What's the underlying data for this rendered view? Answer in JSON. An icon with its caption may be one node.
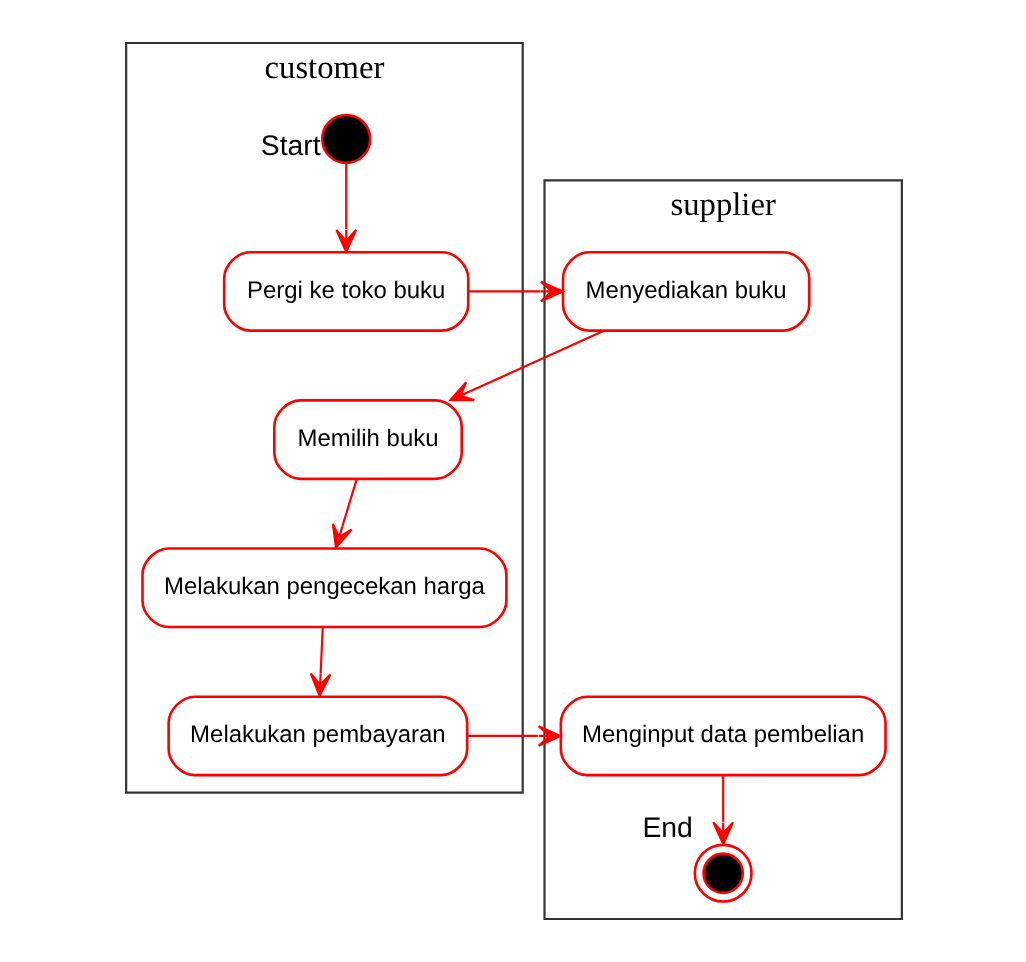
{
  "diagram": {
    "nodes": [
      {
        "text": [
          "customer"
        ]
      },
      {
        "text": [
          "supplier"
        ]
      },
      {
        "text": [],
        "shape": "circle",
        "in": 0,
        "beside": [
          "Start"
        ]
      },
      {
        "text": [
          "Pergi ke toko buku"
        ],
        "in": 0
      },
      {
        "text": [
          "Menyediakan buku"
        ],
        "in": 1
      },
      {
        "text": [
          "Memilih buku"
        ],
        "in": 0
      },
      {
        "text": [
          "Melakukan pengecekan harga"
        ],
        "in": 0
      },
      {
        "text": [
          "Melakukan pembayaran"
        ],
        "in": 0
      },
      {
        "text": [
          "Menginput data pembelian"
        ],
        "in": 1
      },
      {
        "text": [],
        "shape": "bullseye",
        "in": 1,
        "beside": [
          "End"
        ]
      }
    ],
    "edges": [
      {
        "from": 2,
        "to": 3,
        "arrow": "to"
      },
      {
        "from": 3,
        "to": 4,
        "arrow": "to"
      },
      {
        "from": 4,
        "to": 5,
        "arrow": "to"
      },
      {
        "from": 5,
        "to": 6,
        "arrow": "to"
      },
      {
        "from": 6,
        "to": 7,
        "arrow": "to"
      },
      {
        "from": 7,
        "to": 8,
        "arrow": "to"
      },
      {
        "from": 8,
        "to": 9,
        "arrow": "to"
      }
    ]
  }
}
